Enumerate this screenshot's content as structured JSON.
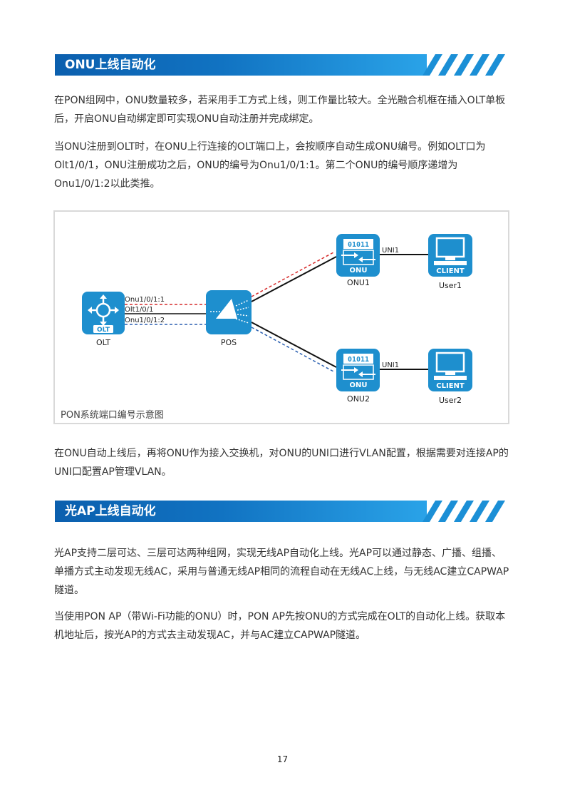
{
  "section1": {
    "title": "ONU上线自动化",
    "p1": "在PON组网中，ONU数量较多，若采用手工方式上线，则工作量比较大。全光融合机框在插入OLT单板后，开启ONU自动绑定即可实现ONU自动注册并完成绑定。",
    "p2": "当ONU注册到OLT时，在ONU上行连接的OLT端口上，会按顺序自动生成ONU编号。例如OLT口为Olt1/0/1，ONU注册成功之后，ONU的编号为Onu1/0/1:1。第二个ONU的编号顺序递增为Onu1/0/1:2以此类推。",
    "p3": "在ONU自动上线后，再将ONU作为接入交换机，对ONU的UNI口进行VLAN配置，根据需要对连接AP的UNI口配置AP管理VLAN。"
  },
  "diagram": {
    "caption": "PON系统端口编号示意图",
    "olt_icon_text": "OLT",
    "olt_label": "OLT",
    "pos_label": "POS",
    "link_top": "Onu1/0/1:1",
    "link_mid": "Olt1/0/1",
    "link_bottom": "Onu1/0/1:2",
    "onu_bits": "01011",
    "onu_icon_text": "ONU",
    "onu1_label": "ONU1",
    "onu2_label": "ONU2",
    "uni_label": "UNI1",
    "client_icon_text": "CLIENT",
    "user1_label": "User1",
    "user2_label": "User2",
    "colors": {
      "node": "#1e8fce",
      "red_link": "#d62a2a",
      "blue_link": "#2a5fb0"
    }
  },
  "section2": {
    "title": "光AP上线自动化",
    "p1": "光AP支持二层可达、三层可达两种组网，实现无线AP自动化上线。光AP可以通过静态、广播、组播、单播方式主动发现无线AC，采用与普通无线AP相同的流程自动在无线AC上线，与无线AC建立CAPWAP隧道。",
    "p2": "当使用PON AP（带Wi-Fi功能的ONU）时，PON AP先按ONU的方式完成在OLT的自动化上线。获取本机地址后，按光AP的方式去主动发现AC，并与AC建立CAPWAP隧道。"
  },
  "page_number": "17"
}
